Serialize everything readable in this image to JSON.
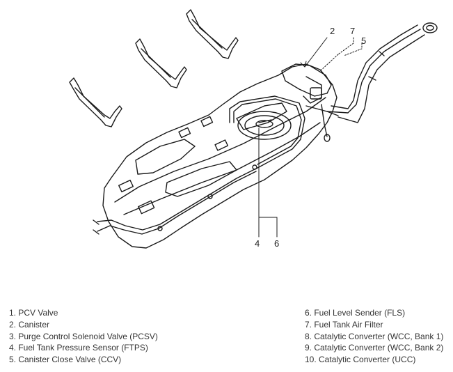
{
  "callouts": {
    "c2": "2",
    "c7": "7",
    "c5": "5",
    "c4": "4",
    "c6": "6"
  },
  "legend": {
    "left": [
      "1. PCV Valve",
      "2. Canister",
      "3. Purge Control Solenoid Valve (PCSV)",
      "4. Fuel Tank Pressure Sensor (FTPS)",
      "5. Canister Close Valve (CCV)"
    ],
    "right": [
      "6. Fuel Level Sender (FLS)",
      "7. Fuel Tank Air Filter",
      "8. Catalytic Converter (WCC, Bank 1)",
      "9. Catalytic Converter (WCC, Bank 2)",
      "10. Catalytic Converter (UCC)"
    ]
  }
}
